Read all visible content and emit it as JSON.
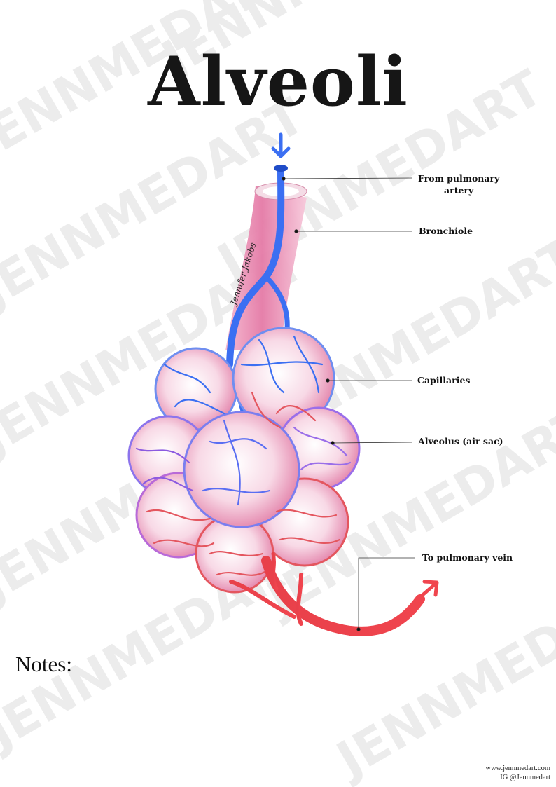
{
  "title": "Alveoli",
  "labels": {
    "pulmonary_artery_line1": "From pulmonary",
    "pulmonary_artery_line2": "artery",
    "bronchiole": "Bronchiole",
    "capillaries": "Capillaries",
    "alveolus": "Alveolus (air sac)",
    "pulmonary_vein": "To pulmonary vein"
  },
  "notes_label": "Notes:",
  "credits": {
    "website": "www.jennmedart.com",
    "instagram": "IG @Jennmedart"
  },
  "watermark": "JENNMEDART",
  "signature": "Jennifer Jakobs",
  "colors": {
    "artery": "#3b6ff2",
    "vein": "#f0454e",
    "bronchiole": "#f2a6c4",
    "alveolus": "#f6c6da",
    "mixed": "#a66ae8"
  }
}
